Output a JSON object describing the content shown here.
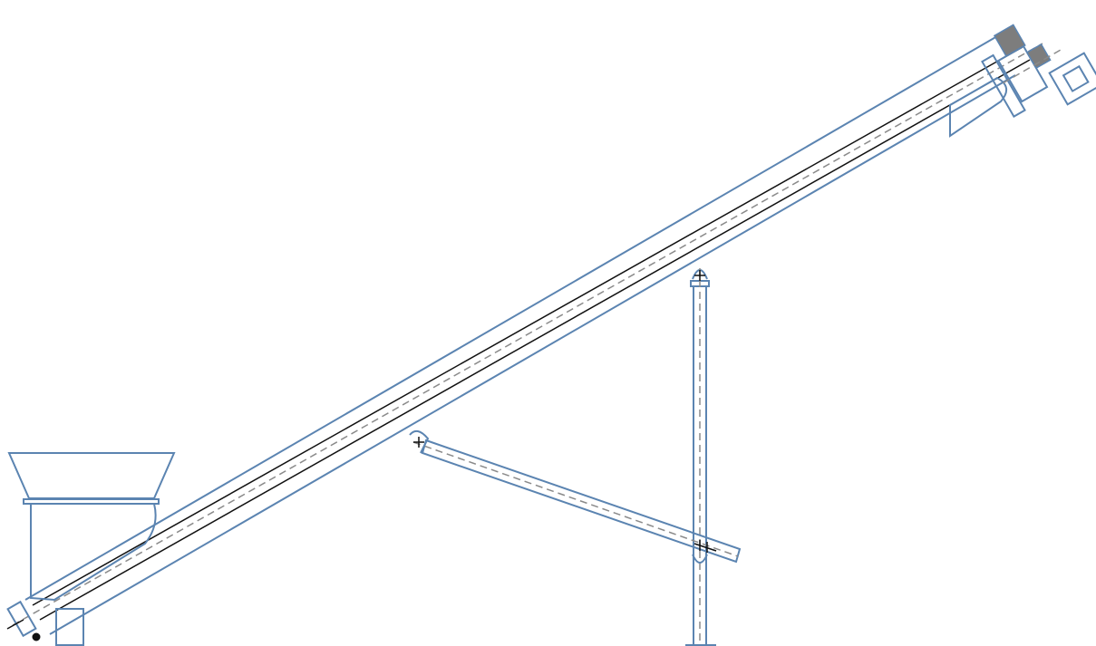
{
  "drawing": {
    "colors": {
      "outline": "#5b84b1",
      "shaft": "#111111",
      "centerline": "#8a8a8a",
      "motor_fill": "#7d7d7d",
      "background": "#ffffff"
    },
    "parts": [
      "screw-conveyor-tube",
      "inner-screw-shaft",
      "feed-hopper",
      "discharge-spout",
      "drive-motor",
      "inlet-end-bearing",
      "vertical-support-leg",
      "diagonal-brace"
    ]
  }
}
